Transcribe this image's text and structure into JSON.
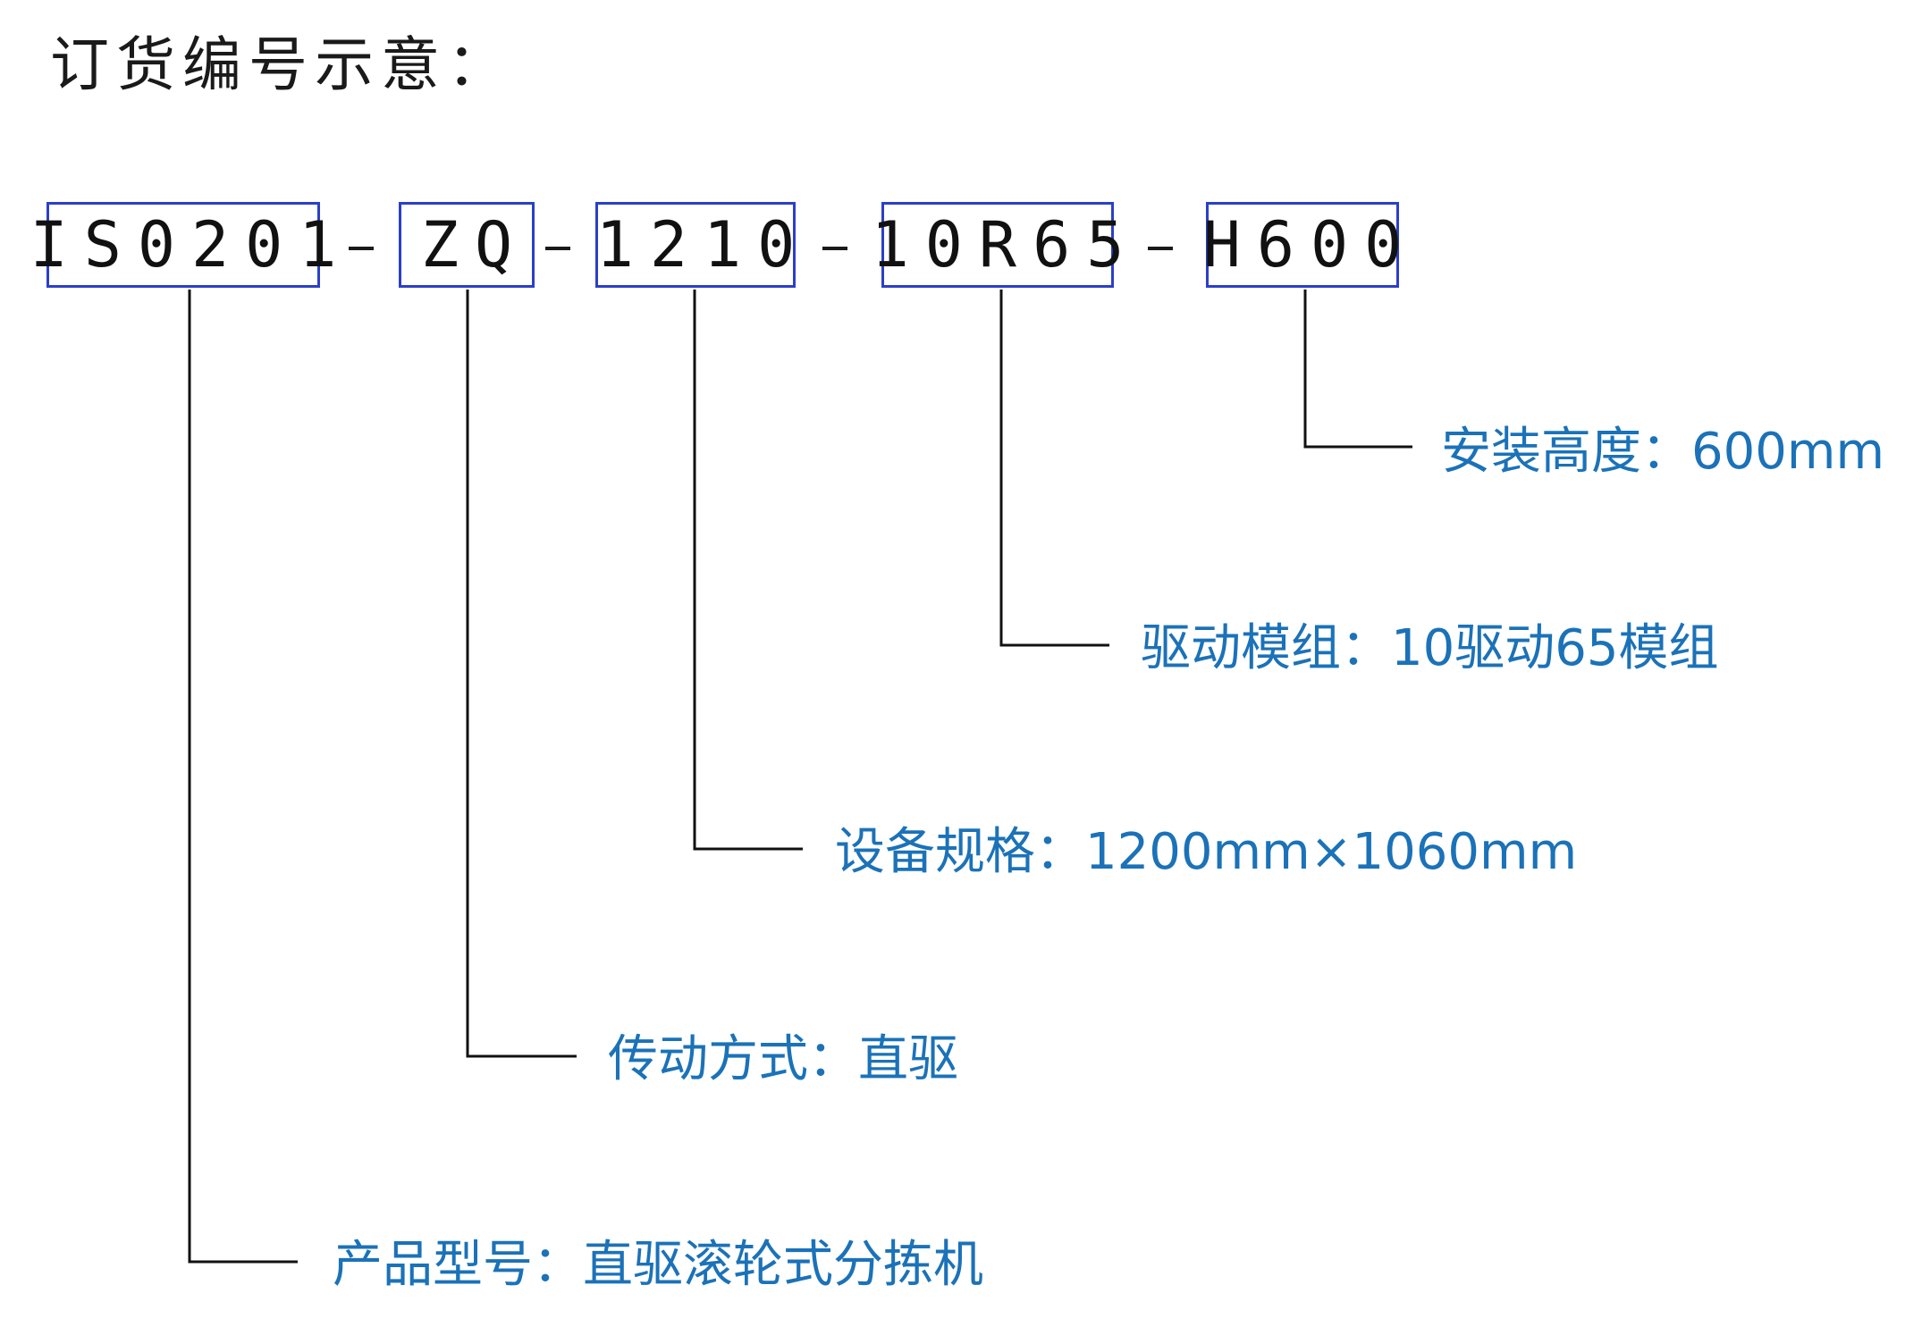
{
  "title": "订货编号示意：",
  "segments": [
    {
      "code": "IS0201",
      "label": "产品型号：直驱滚轮式分拣机"
    },
    {
      "code": "ZQ",
      "label": "传动方式：直驱"
    },
    {
      "code": "1210",
      "label": "设备规格：1200mm×1060mm"
    },
    {
      "code": "10R65",
      "label": "驱动模组：10驱动65模组"
    },
    {
      "code": "H600",
      "label": "安装高度：600mm"
    }
  ],
  "separator": "-",
  "colors": {
    "box_border": "#2b3fc9",
    "label_text": "#1b72b8",
    "line": "#111111"
  }
}
